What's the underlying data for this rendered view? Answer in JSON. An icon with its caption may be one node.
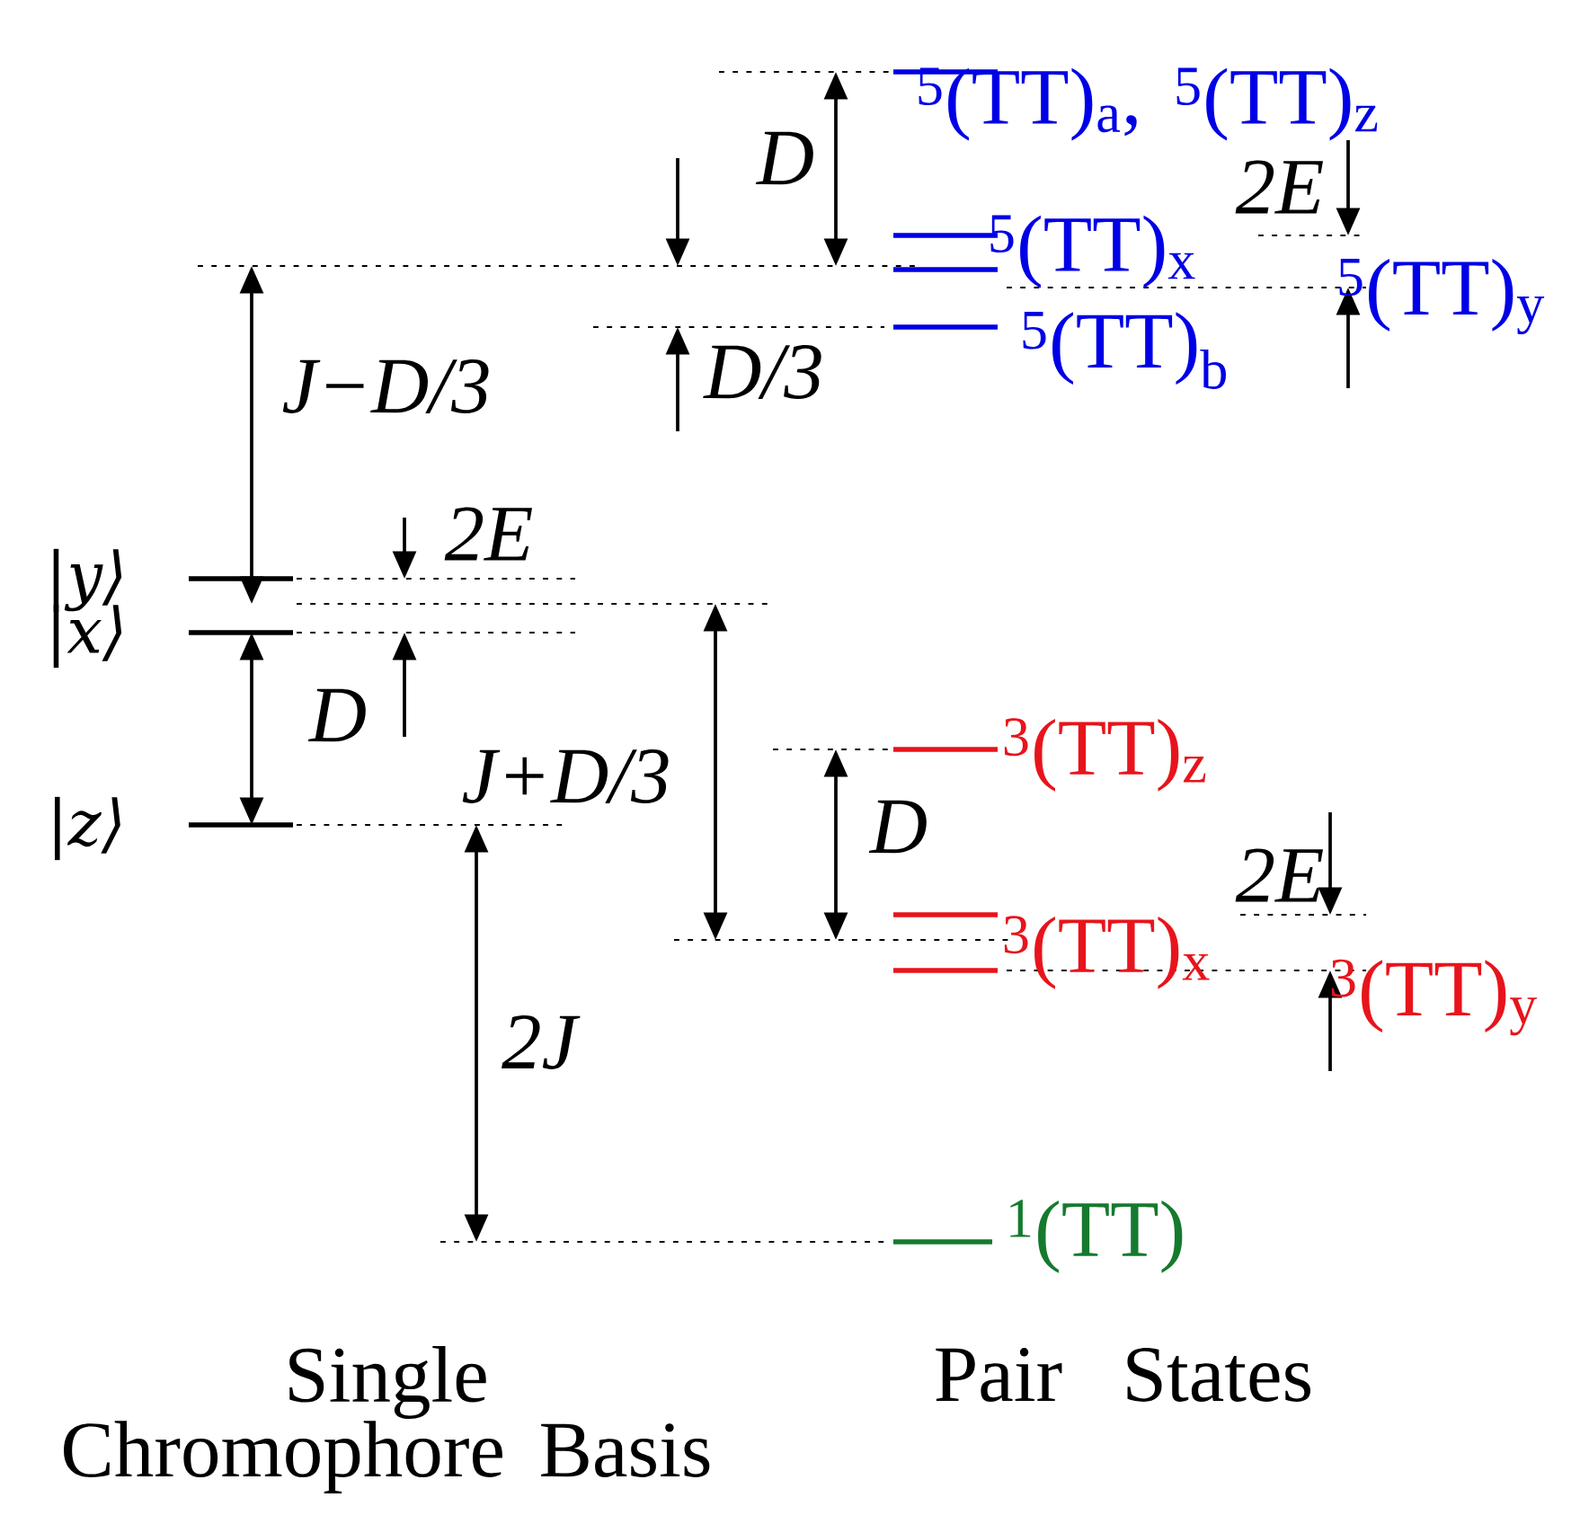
{
  "diagram": {
    "labels": [
      "$^{5}$(TT)$_{a}$, $^{5}$(TT)$_{z}$",
      "D",
      "$^{5}$(TT)$_{x}$",
      "2E",
      "$^{5}$(TT)$_{y}$",
      "J−D/3",
      "D/3",
      "$^{5}$(TT)$_{b}$",
      "2E",
      "|y⟩",
      "|x⟩",
      "D",
      "J+D/3",
      "$^{3}$(TT)$_{z}$",
      "|z⟩",
      "D",
      "2E",
      "$^{3}$(TT)$_{x}$",
      "$^{3}$(TT)$_{y}$",
      "2J",
      "$^{1}$(TT)",
      "Single Chromophore Basis",
      "Pair States"
    ]
  }
}
